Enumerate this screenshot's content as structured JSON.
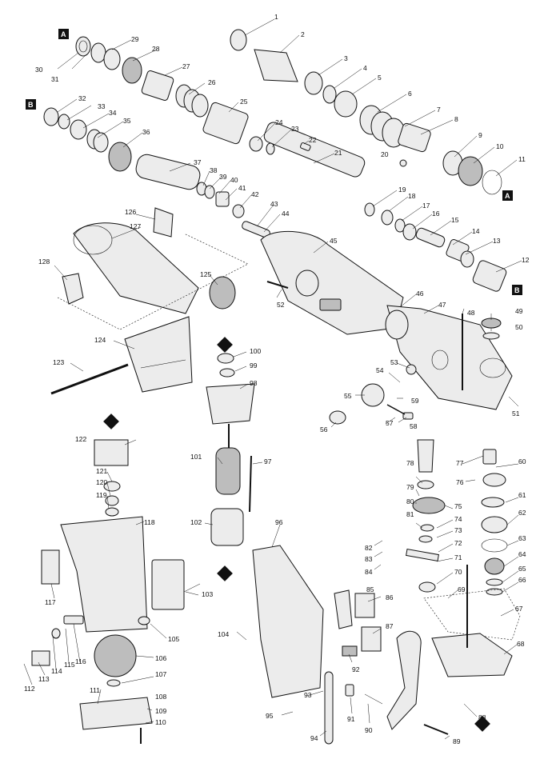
{
  "markers": {
    "a": "A",
    "b": "B"
  },
  "callouts": {
    "n1": "1",
    "n2": "2",
    "n3": "3",
    "n4": "4",
    "n5": "5",
    "n6": "6",
    "n7": "7",
    "n8": "8",
    "n9": "9",
    "n10": "10",
    "n11": "11",
    "n12": "12",
    "n13": "13",
    "n14": "14",
    "n15": "15",
    "n16": "16",
    "n17": "17",
    "n18": "18",
    "n19": "19",
    "n20": "20",
    "n21": "21",
    "n22": "22",
    "n23": "23",
    "n24": "24",
    "n25": "25",
    "n26": "26",
    "n27": "27",
    "n28": "28",
    "n29": "29",
    "n30": "30",
    "n31": "31",
    "n32": "32",
    "n33": "33",
    "n34": "34",
    "n35": "35",
    "n36": "36",
    "n37": "37",
    "n38": "38",
    "n39": "39",
    "n40": "40",
    "n41": "41",
    "n42": "42",
    "n43": "43",
    "n44": "44",
    "n45": "45",
    "n46": "46",
    "n47": "47",
    "n48": "48",
    "n49": "49",
    "n50": "50",
    "n51": "51",
    "n52": "52",
    "n53": "53",
    "n54": "54",
    "n55": "55",
    "n56": "56",
    "n57": "57",
    "n58": "58",
    "n59": "59",
    "n60": "60",
    "n61": "61",
    "n62": "62",
    "n63": "63",
    "n64": "64",
    "n65": "65",
    "n66": "66",
    "n67": "67",
    "n68": "68",
    "n69": "69",
    "n70": "70",
    "n71": "71",
    "n72": "72",
    "n73": "73",
    "n74": "74",
    "n75": "75",
    "n76": "76",
    "n77": "77",
    "n78": "78",
    "n79": "79",
    "n80": "80",
    "n81": "81",
    "n82": "82",
    "n83": "83",
    "n84": "84",
    "n85": "85",
    "n86": "86",
    "n87": "87",
    "n88": "88",
    "n89": "89",
    "n90": "90",
    "n91": "91",
    "n92": "92",
    "n93": "93",
    "n94": "94",
    "n95": "95",
    "n96": "96",
    "n97": "97",
    "n98": "98",
    "n99": "99",
    "n100": "100",
    "n101": "101",
    "n102": "102",
    "n103": "103",
    "n104": "104",
    "n105": "105",
    "n106": "106",
    "n107": "107",
    "n108": "108",
    "n109": "109",
    "n110": "110",
    "n111": "111",
    "n112": "112",
    "n113": "113",
    "n114": "114",
    "n115": "115",
    "n116": "116",
    "n117": "117",
    "n118": "118",
    "n119": "119",
    "n120": "120",
    "n121": "121",
    "n122": "122",
    "n123": "123",
    "n124": "124",
    "n125": "125",
    "n126": "126",
    "n127": "127",
    "n128": "128"
  }
}
